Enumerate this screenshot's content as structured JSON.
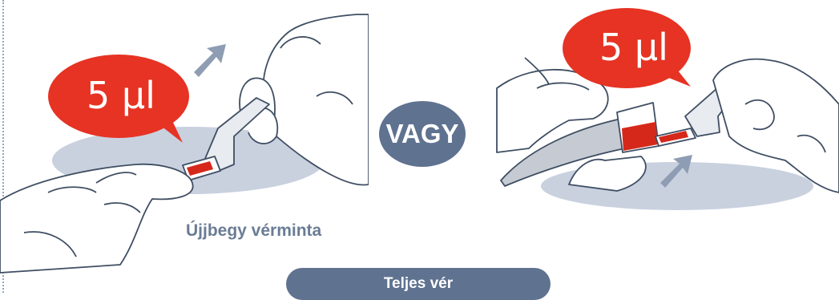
{
  "left_scene": {
    "volume_label": "5 µl",
    "caption": "Újjbegy vérminta"
  },
  "connector": {
    "label": "VAGY"
  },
  "right_scene": {
    "volume_label": "5 µl"
  },
  "footer": {
    "label": "Teljes vér"
  },
  "colors": {
    "bubble": "#e63323",
    "badge": "#5f7290",
    "shadow": "#c9d1df",
    "blood": "#d6281a",
    "outline": "#3f4e63"
  }
}
